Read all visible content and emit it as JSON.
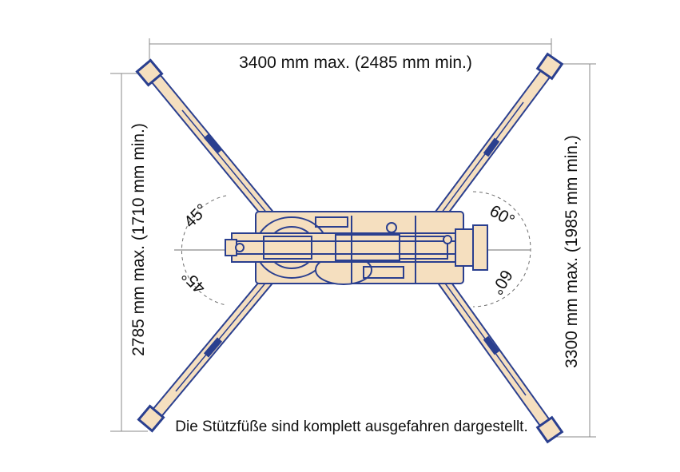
{
  "dimensions": {
    "width_label": "3400 mm max. (2485 mm min.)",
    "left_height_label": "2785 mm max. (1710 mm min.)",
    "right_height_label": "3300 mm max. (1985 mm min.)"
  },
  "angles": {
    "left_top": "45°",
    "left_bottom": "45°",
    "right_top": "60°",
    "right_bottom": "60°"
  },
  "note": "Die Stützfüße sind komplett ausgefahren dargestellt.",
  "colors": {
    "outline": "#2a3f8f",
    "fill": "#f5dfbf",
    "dimension": "#8a8a8a",
    "text": "#111111"
  }
}
